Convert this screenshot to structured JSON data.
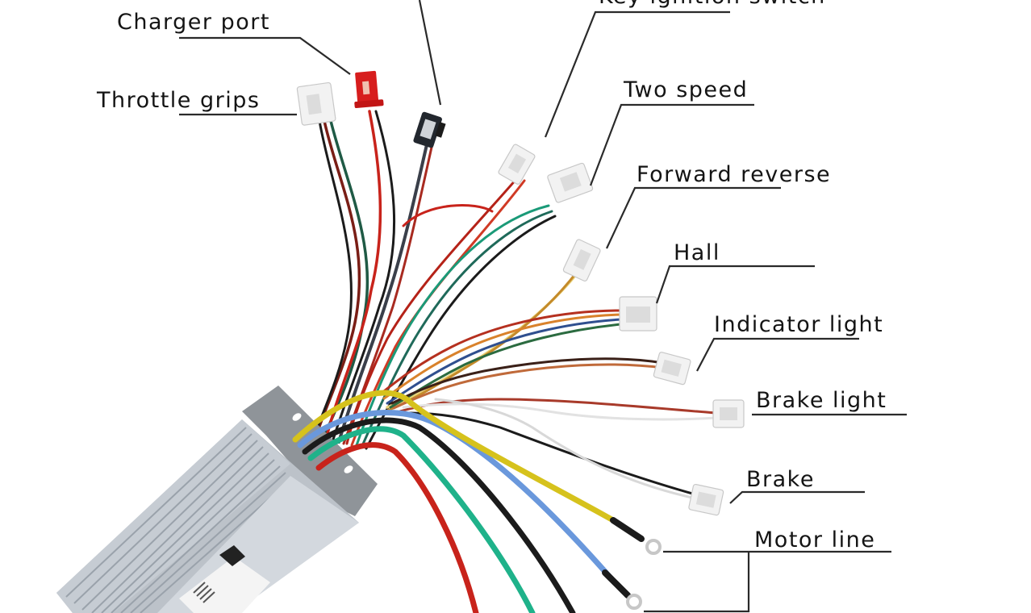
{
  "diagram": {
    "title_partial": "Key ignition switch",
    "labels": {
      "key_ignition_switch": "Key ignition switch",
      "charger_port": "Charger port",
      "throttle_grips": "Throttle grips",
      "two_speed": "Two speed",
      "forward_reverse": "Forward reverse",
      "hall": "Hall",
      "indicator_light": "Indicator light",
      "brake_light": "Brake light",
      "brake": "Brake",
      "motor_line": "Motor line"
    },
    "colors": {
      "controller_body": "#b9bfc6",
      "controller_fin": "#a7aeb6",
      "bracket": "#8f9499",
      "label_text": "#141414",
      "leader_line": "#2a2a2a",
      "wire_red": "#c8231b",
      "wire_dark_red": "#7a1e16",
      "wire_green": "#1a9a78",
      "wire_dark_green": "#1f5a45",
      "wire_black": "#1b1b1b",
      "wire_yellow": "#d6c21c",
      "wire_blue": "#5f8fd6",
      "wire_orange": "#d9822b",
      "wire_white": "#e6e6e6",
      "charger_connector": "#d71d1d"
    }
  }
}
